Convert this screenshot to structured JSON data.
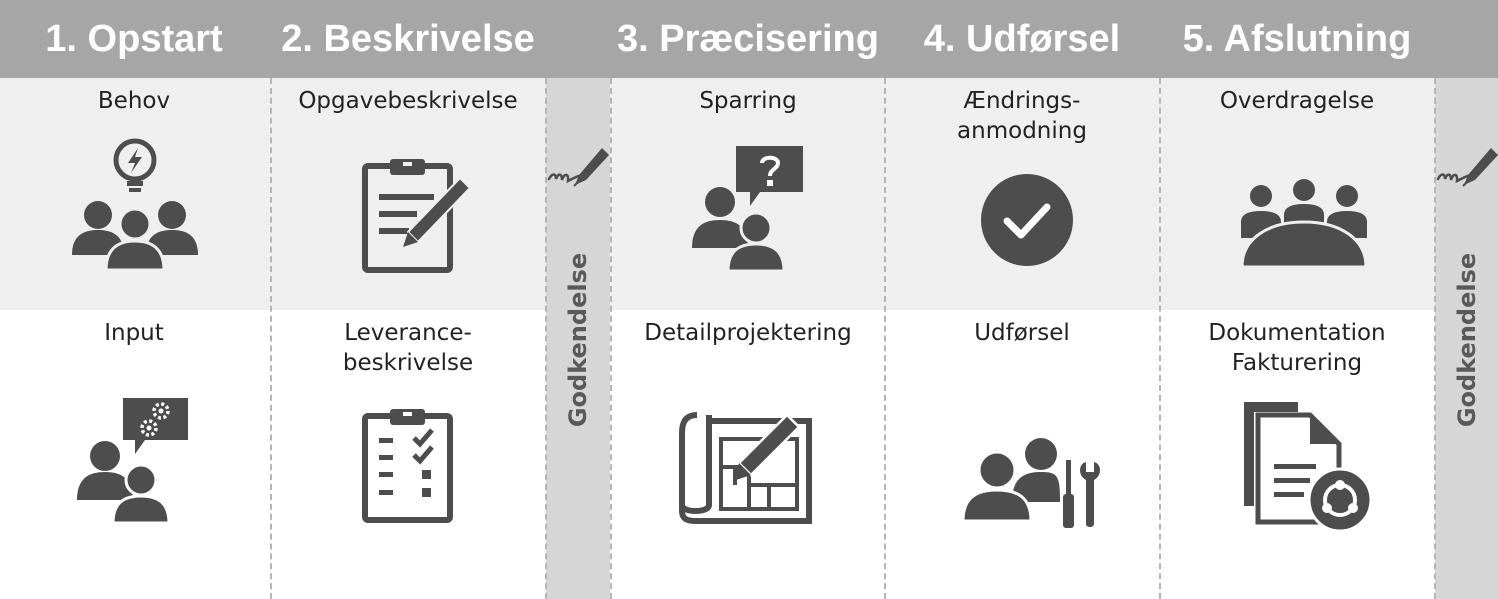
{
  "phases": [
    {
      "title": "1. Opstart",
      "top_label": "Behov",
      "bottom_label": "Input"
    },
    {
      "title": "2. Beskrivelse",
      "top_label": "Opgavebeskrivelse",
      "bottom_label_line1": "Leverance-",
      "bottom_label_line2": "beskrivelse"
    },
    {
      "title": "3. Præcisering",
      "top_label": "Sparring",
      "bottom_label": "Detailprojektering"
    },
    {
      "title": "4. Udførsel",
      "top_label_line1": "Ændrings-",
      "top_label_line2": "anmodning",
      "bottom_label": "Udførsel"
    },
    {
      "title": "5. Afslutning",
      "top_label": "Overdragelse",
      "bottom_label_line1": "Dokumentation",
      "bottom_label_line2": "Fakturering"
    }
  ],
  "gates": [
    {
      "label": "Godkendelse"
    },
    {
      "label": "Godkendelse"
    }
  ],
  "icons": {
    "phase1_top": "idea-group-icon",
    "phase1_bottom": "people-gears-chat-icon",
    "phase2_top": "clipboard-pencil-icon",
    "phase2_bottom": "clipboard-checklist-icon",
    "gate1": "signature-pen-icon",
    "phase3_top": "people-question-chat-icon",
    "phase3_bottom": "blueprint-pencil-icon",
    "phase4_top": "check-circle-icon",
    "phase4_bottom": "people-tools-icon",
    "phase5_top": "meeting-table-icon",
    "phase5_bottom": "documents-share-icon",
    "gate2": "signature-pen-icon"
  },
  "colors": {
    "header": "#a6a6a6",
    "top_band": "#efefef",
    "gate_stripe": "#d6d6d6",
    "icon": "#4d4d4d",
    "header_text": "#ffffff"
  }
}
